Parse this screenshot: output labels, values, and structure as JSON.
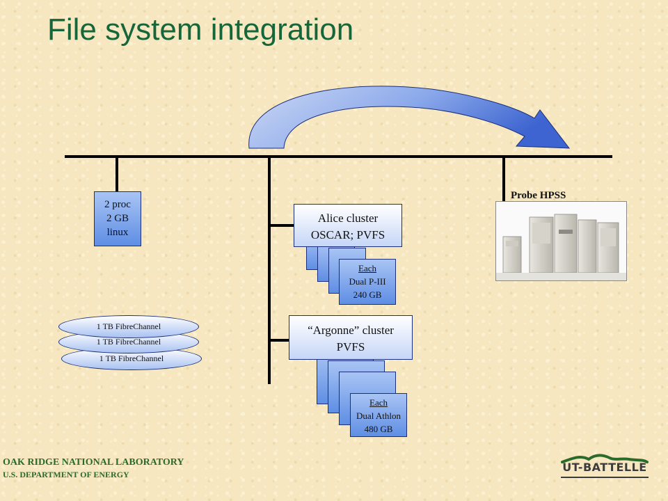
{
  "title": "File system integration",
  "host": {
    "lines": [
      "2 proc",
      "2 GB",
      "linux"
    ]
  },
  "probe": {
    "label": "Probe HPSS"
  },
  "alice": {
    "title_line1": "Alice cluster",
    "title_line2": "OSCAR; PVFS",
    "node": {
      "each": "Each",
      "cpu": "Dual P-III",
      "disk": "240 GB"
    }
  },
  "argonne": {
    "title_line1": "“Argonne” cluster",
    "title_line2": "PVFS",
    "node": {
      "each": "Each",
      "cpu": "Dual Athlon",
      "disk": "480 GB"
    }
  },
  "storage": {
    "disks": [
      "1 TB FibreChannel",
      "1 TB FibreChannel",
      "1 TB FibreChannel"
    ]
  },
  "footer": {
    "line1": "OAK RIDGE NATIONAL LABORATORY",
    "line2": "U.S. DEPARTMENT OF ENERGY"
  },
  "logo": {
    "text": "UT-BATTELLE"
  },
  "colors": {
    "title": "#16663a",
    "box_fill": "#7ea6ec",
    "background": "#f6e7c0"
  }
}
